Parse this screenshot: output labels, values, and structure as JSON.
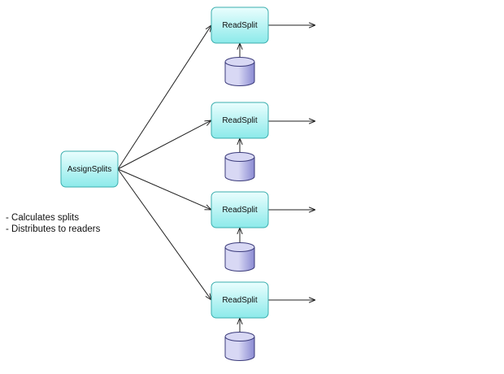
{
  "nodes": {
    "assign": {
      "label": "AssignSplits"
    },
    "readers": [
      {
        "label": "ReadSplit"
      },
      {
        "label": "ReadSplit"
      },
      {
        "label": "ReadSplit"
      },
      {
        "label": "ReadSplit"
      }
    ]
  },
  "notes": [
    "- Calculates splits",
    "- Distributes to readers"
  ],
  "colors": {
    "node_fill_top": "#eafefe",
    "node_fill_bottom": "#8ceaea",
    "node_stroke": "#3aaeae",
    "db_fill_top": "#d8d8f4",
    "db_fill_bottom": "#8a8ad2",
    "db_stroke": "#3a3a7a",
    "edge": "#222222"
  }
}
